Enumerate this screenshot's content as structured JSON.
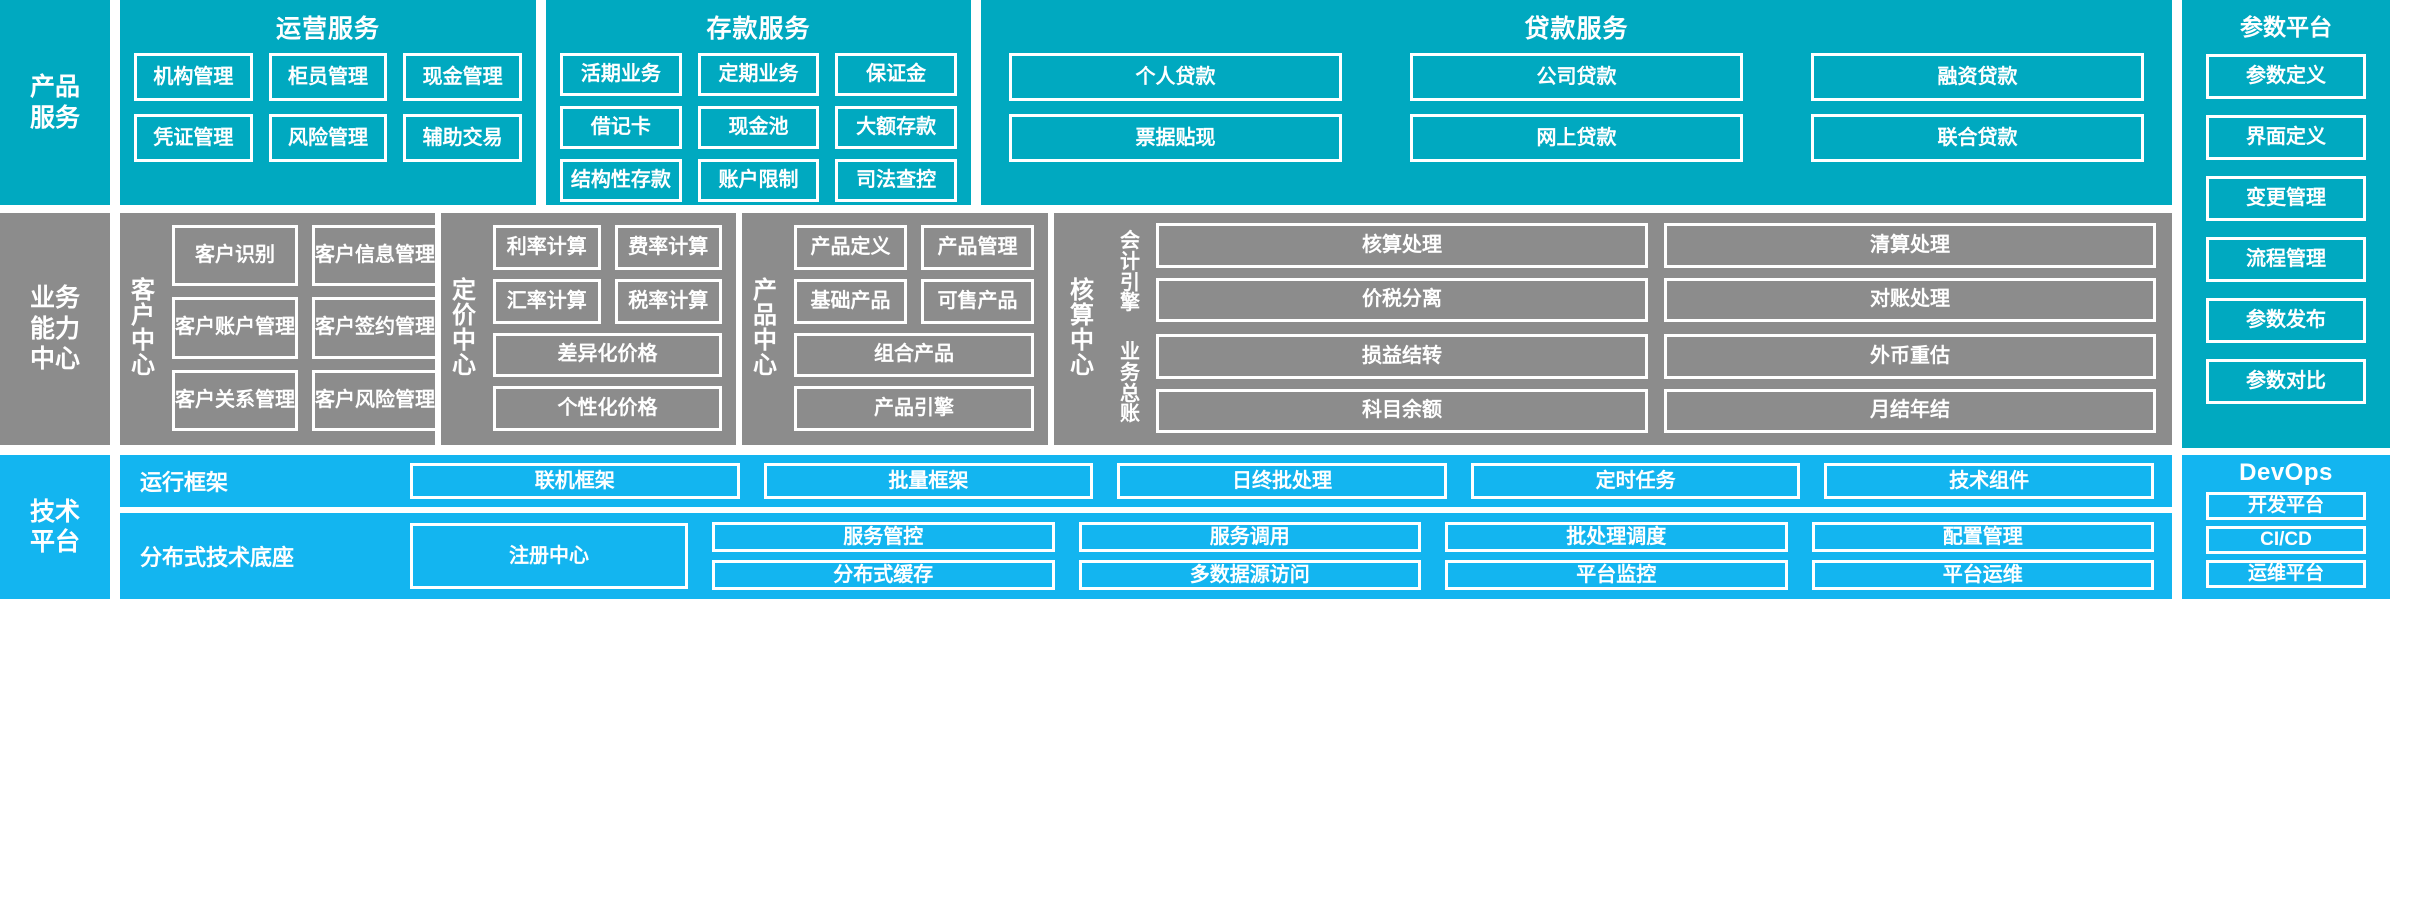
{
  "layers": {
    "product_services": {
      "side_label": [
        "产品",
        "服务"
      ],
      "panels": [
        {
          "title": "运营服务",
          "rows": [
            [
              "机构管理",
              "柜员管理",
              "现金管理"
            ],
            [
              "凭证管理",
              "风险管理",
              "辅助交易"
            ]
          ]
        },
        {
          "title": "存款服务",
          "rows": [
            [
              "活期业务",
              "定期业务",
              "保证金"
            ],
            [
              "借记卡",
              "现金池",
              "大额存款"
            ],
            [
              "结构性存款",
              "账户限制",
              "司法查控"
            ]
          ]
        },
        {
          "title": "贷款服务",
          "rows": [
            [
              "个人贷款",
              "公司贷款",
              "融资贷款"
            ],
            [
              "票据贴现",
              "网上贷款",
              "联合贷款"
            ]
          ]
        }
      ]
    },
    "param_platform": {
      "title": "参数平台",
      "items": [
        "参数定义",
        "界面定义",
        "变更管理",
        "流程管理",
        "参数发布",
        "参数对比"
      ]
    },
    "capability_centers": {
      "side_label": [
        "业务",
        "能力",
        "中心"
      ],
      "centers": [
        {
          "name": "客户中心",
          "rows": [
            [
              "客户识别",
              "客户信息管理"
            ],
            [
              "客户账户管理",
              "客户签约管理"
            ],
            [
              "客户关系管理",
              "客户风险管理"
            ]
          ]
        },
        {
          "name": "定价中心",
          "rows": [
            [
              "利率计算",
              "费率计算"
            ],
            [
              "汇率计算",
              "税率计算"
            ],
            [
              "差异化价格"
            ],
            [
              "个性化价格"
            ]
          ]
        },
        {
          "name": "产品中心",
          "rows": [
            [
              "产品定义",
              "产品管理"
            ],
            [
              "基础产品",
              "可售产品"
            ],
            [
              "组合产品"
            ],
            [
              "产品引擎"
            ]
          ]
        }
      ],
      "accounting_center": {
        "name": "核算中心",
        "groups": [
          {
            "sub_label": "会计引擎",
            "rows": [
              [
                "核算处理",
                "清算处理"
              ],
              [
                "价税分离",
                "对账处理"
              ]
            ]
          },
          {
            "sub_label": "业务总账",
            "rows": [
              [
                "损益结转",
                "外币重估"
              ],
              [
                "科目余额",
                "月结年结"
              ]
            ]
          }
        ]
      }
    },
    "technical_platform": {
      "side_label": [
        "技术",
        "平台"
      ],
      "runtime_framework": {
        "name": "运行框架",
        "items": [
          "联机框架",
          "批量框架",
          "日终批处理",
          "定时任务",
          "技术组件"
        ]
      },
      "distributed_base": {
        "name": "分布式技术底座",
        "registry": "注册中心",
        "columns": [
          [
            "服务管控",
            "分布式缓存"
          ],
          [
            "服务调用",
            "多数据源访问"
          ],
          [
            "批处理调度",
            "平台监控"
          ],
          [
            "配置管理",
            "平台运维"
          ]
        ]
      }
    },
    "devops": {
      "title": "DevOps",
      "items": [
        "开发平台",
        "CI/CD",
        "运维平台"
      ]
    }
  },
  "colors": {
    "teal": "#00a9c0",
    "gray": "#8c8c8c",
    "bright_blue": "#13b5f0",
    "border": "#ffffff"
  }
}
